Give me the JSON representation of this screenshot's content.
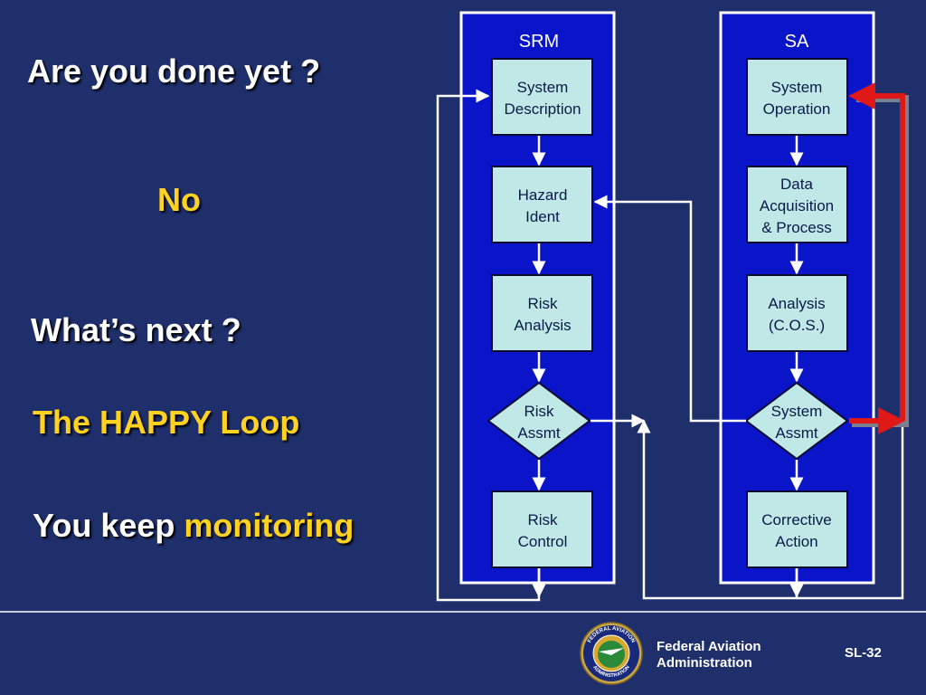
{
  "left_text": {
    "question_1": "Are you done yet ?",
    "answer_1": "No",
    "question_2": "What’s next ?",
    "happy_loop": "The HAPPY Loop",
    "keep_prefix": "You keep ",
    "keep_highlight": "monitoring"
  },
  "colors": {
    "background": "#1f2f6b",
    "column_fill": "#0a14c8",
    "box_fill": "#bfe8e6",
    "highlight_text": "#ffd21f",
    "loop_arrow": "#e01818"
  },
  "diagram": {
    "srm": {
      "title": "SRM",
      "boxes": [
        [
          "System",
          "Description"
        ],
        [
          "Hazard",
          "Ident"
        ],
        [
          "Risk",
          "Analysis"
        ],
        [
          "Risk",
          "Assmt"
        ],
        [
          "Risk",
          "Control"
        ]
      ]
    },
    "sa": {
      "title": "SA",
      "boxes": [
        [
          "System",
          "Operation"
        ],
        [
          "Data",
          "Acquisition",
          "& Process"
        ],
        [
          "Analysis",
          "(C.O.S.)"
        ],
        [
          "System",
          "Assmt"
        ],
        [
          "Corrective",
          "Action"
        ]
      ]
    }
  },
  "footer": {
    "org_line_1": "Federal Aviation",
    "org_line_2": "Administration",
    "seal_top_text": "FEDERAL AVIATION",
    "seal_bottom_text": "ADMINISTRATION",
    "slide_number": "SL-32"
  }
}
